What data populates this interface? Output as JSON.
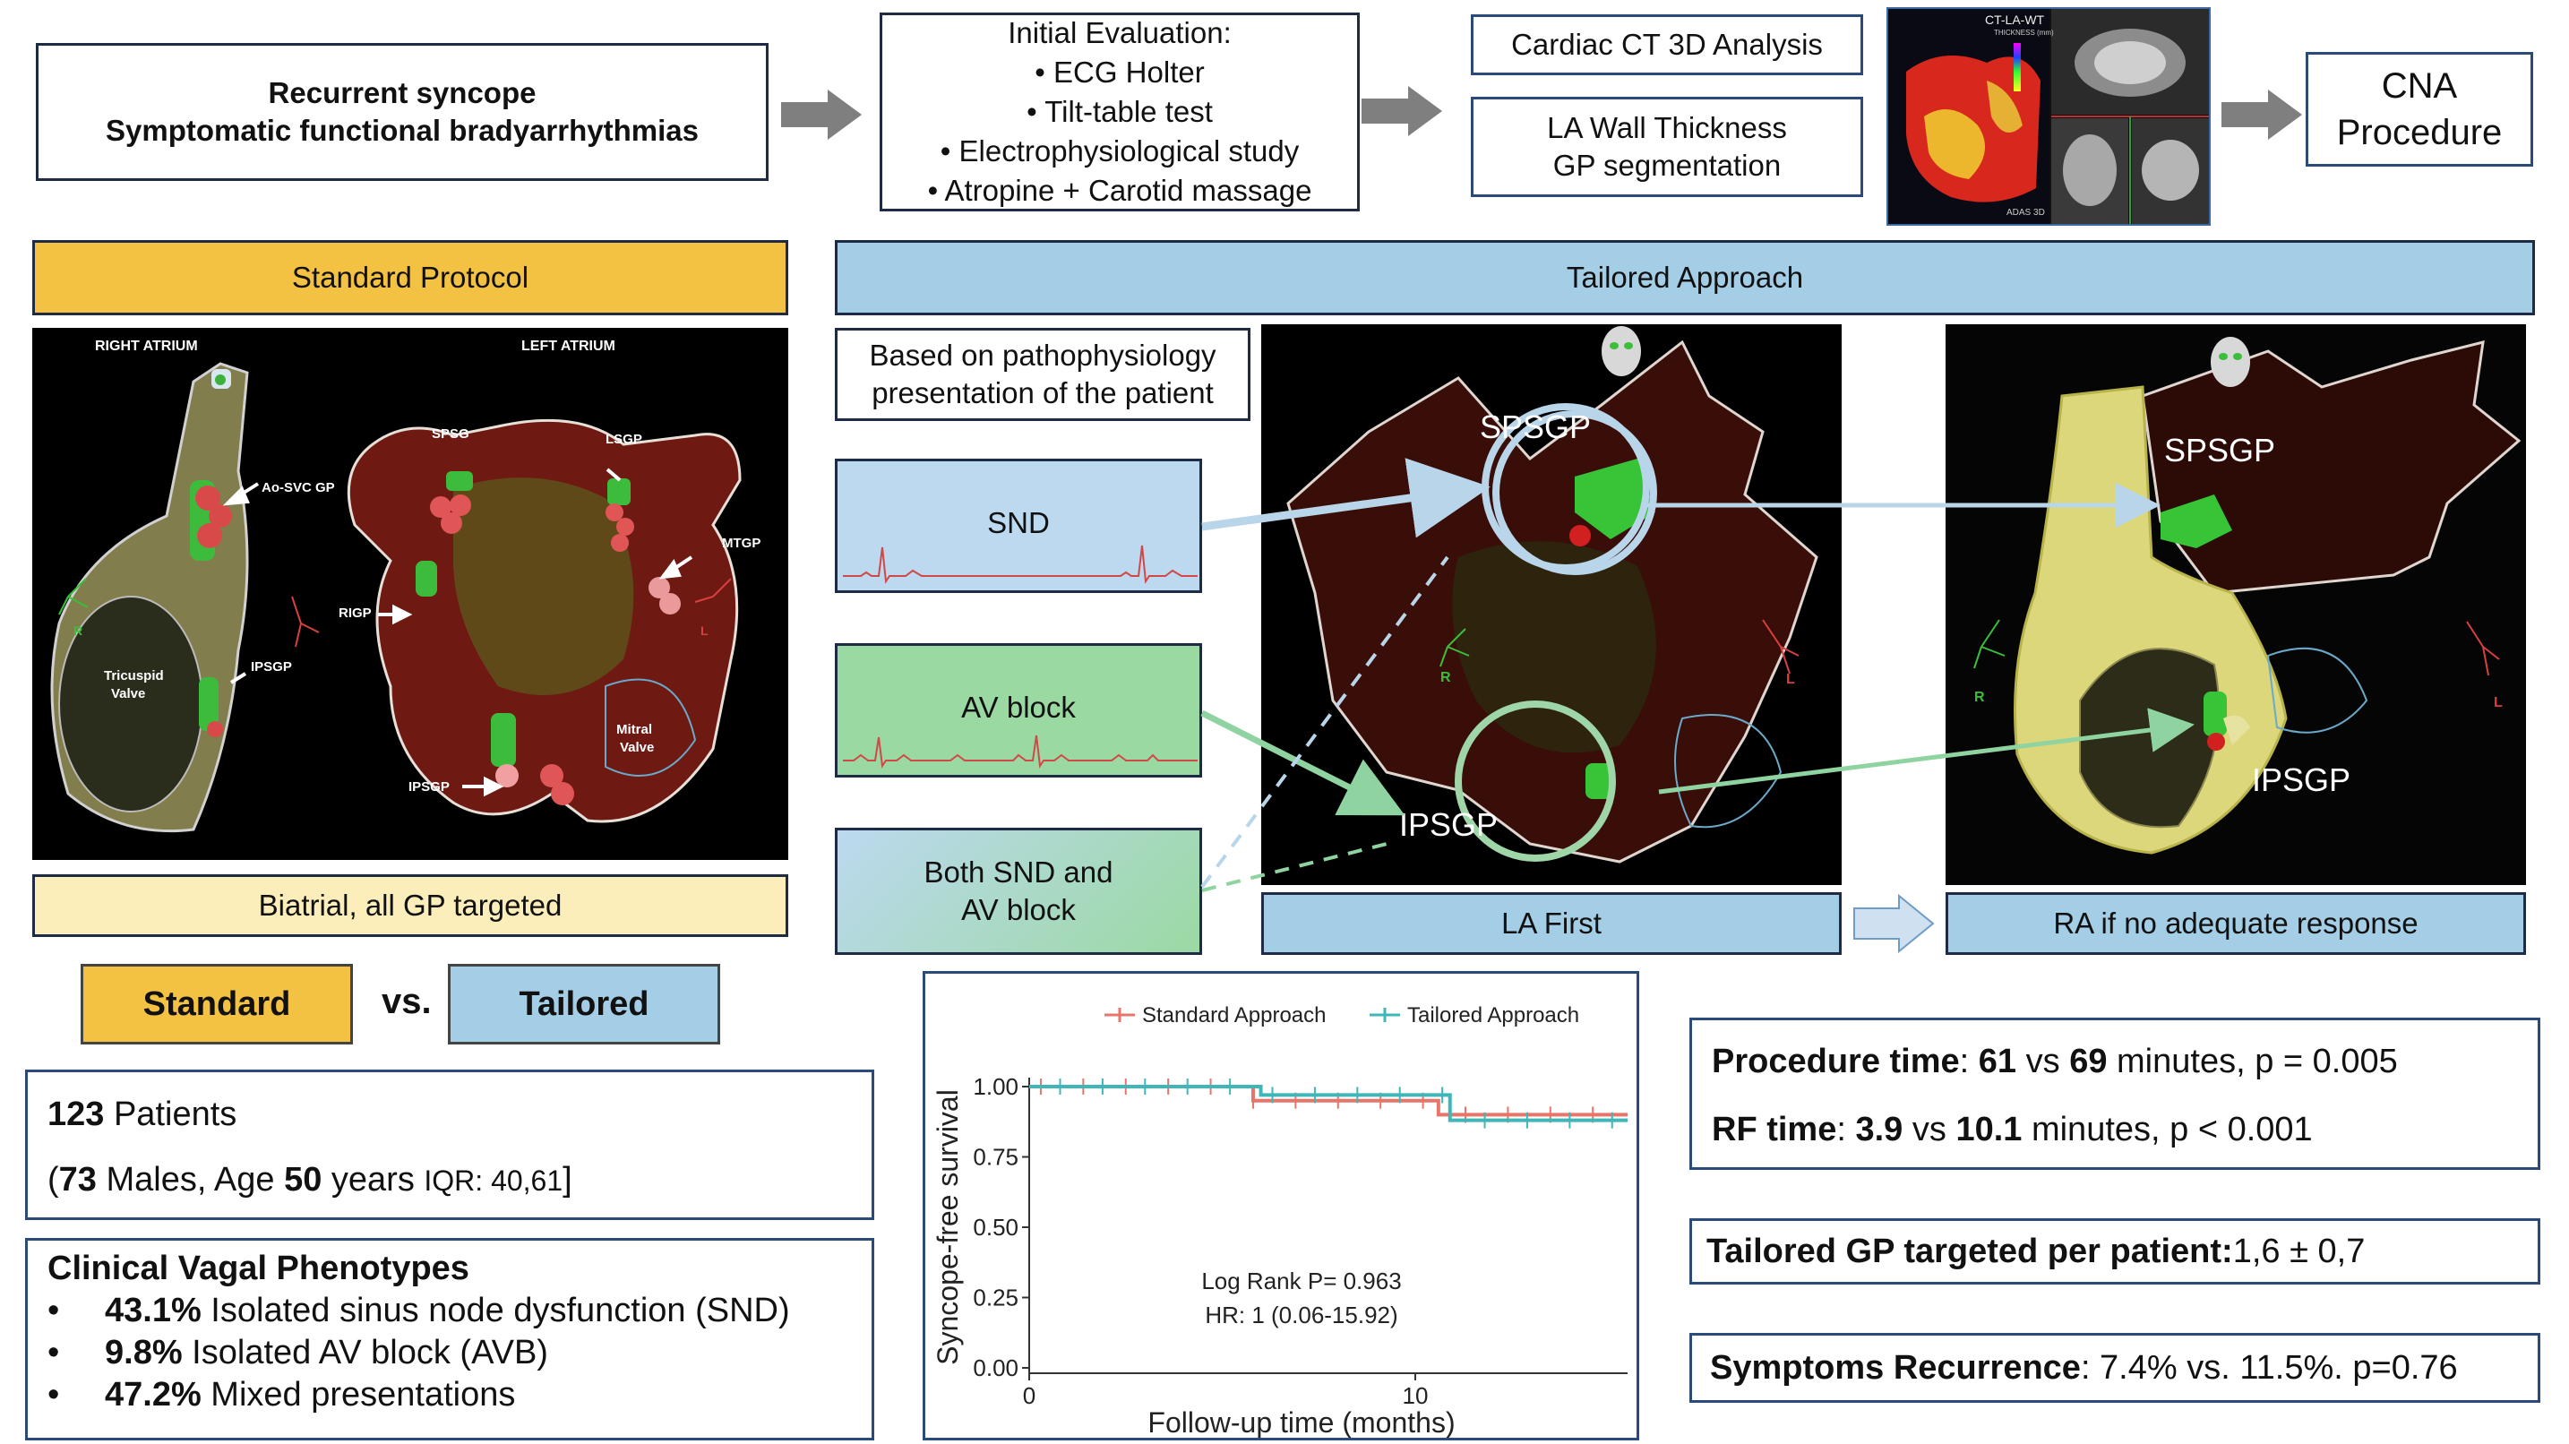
{
  "top_flow": {
    "syncope_line1": "Recurrent syncope",
    "syncope_line2": "Symptomatic functional bradyarrhythmias",
    "eval_title": "Initial Evaluation:",
    "eval_items": [
      "• ECG Holter",
      "• Tilt-table test",
      "• Electrophysiological study",
      "• Atropine + Carotid massage"
    ],
    "ct_analysis": "Cardiac CT 3D Analysis",
    "la_wall_line1": "LA Wall Thickness",
    "la_wall_line2": "GP segmentation",
    "ct_image_label": "CT-LA-WT",
    "ct_image_sublabel": "THICKNESS (mm)",
    "ct_image_brand": "ADAS 3D",
    "cna_line1": "CNA",
    "cna_line2": "Procedure"
  },
  "standard": {
    "banner": "Standard Protocol",
    "right_atrium": "RIGHT ATRIUM",
    "left_atrium": "LEFT ATRIUM",
    "labels": {
      "ao_svc": "Ao-SVC GP",
      "tricuspid_1": "Tricuspid",
      "tricuspid_2": "Valve",
      "ipsgp_ra": "IPSGP",
      "spsg": "SPSG",
      "lsgp": "LSGP",
      "mtgp": "MTGP",
      "rigp": "RIGP",
      "mitral_1": "Mitral",
      "mitral_2": "Valve",
      "ipsgp_la": "IPSGP",
      "r": "R",
      "l": "L"
    },
    "footer": "Biatrial, all GP targeted"
  },
  "tailored": {
    "banner": "Tailored Approach",
    "patho_line1": "Based on pathophysiology",
    "patho_line2": "presentation of the patient",
    "snd": "SND",
    "av_block": "AV block",
    "both_line1": "Both SND and",
    "both_line2": "AV block",
    "spsgp": "SPSGP",
    "ipsgp": "IPSGP",
    "r": "R",
    "l": "L",
    "la_first": "LA First",
    "ra_if": "RA if no adequate response"
  },
  "comparison": {
    "standard": "Standard",
    "vs": "vs.",
    "tailored": "Tailored"
  },
  "patients": {
    "count": "123",
    "count_label": " Patients",
    "open_paren": "(",
    "males": "73",
    "males_label": " Males, Age ",
    "age": "50",
    "age_label": " years ",
    "iqr": "IQR: 40,61",
    "close_paren": "]"
  },
  "phenotypes": {
    "title": "Clinical Vagal Phenotypes",
    "items": [
      {
        "pct": "43.1%",
        "text": " Isolated sinus node dysfunction (SND)"
      },
      {
        "pct": "9.8%",
        "text": " Isolated AV block (AVB)"
      },
      {
        "pct": "47.2%",
        "text": " Mixed presentations"
      }
    ]
  },
  "chart_data": {
    "type": "line",
    "legend": [
      "Standard Approach",
      "Tailored Approach"
    ],
    "legend_position": "top",
    "xlabel": "Follow-up time (months)",
    "ylabel": "Syncope-free survival",
    "xlim": [
      0,
      15.5
    ],
    "ylim": [
      0,
      1
    ],
    "x_ticks": [
      "0",
      "10"
    ],
    "y_ticks": [
      "0.00",
      "0.25",
      "0.50",
      "0.75",
      "1.00"
    ],
    "colors": {
      "standard": "#e8756a",
      "tailored": "#3fb6b8"
    },
    "series": [
      {
        "name": "Standard Approach",
        "x": [
          0,
          5.8,
          5.8,
          10.6,
          10.6,
          15.5
        ],
        "y": [
          1.0,
          1.0,
          0.95,
          0.95,
          0.9,
          0.9
        ]
      },
      {
        "name": "Tailored Approach",
        "x": [
          0,
          6.0,
          6.0,
          10.9,
          10.9,
          15.5
        ],
        "y": [
          1.0,
          1.0,
          0.97,
          0.97,
          0.88,
          0.88
        ]
      }
    ],
    "annotations": [
      "Log Rank P= 0.963",
      "HR: 1 (0.06-15.92)"
    ]
  },
  "results": {
    "procedure_label": "Procedure time",
    "procedure_a": "61",
    "procedure_mid": " vs ",
    "procedure_b": "69",
    "procedure_rest": " minutes, p = 0.005",
    "rf_label": "RF time",
    "rf_a": "3.9",
    "rf_mid": " vs ",
    "rf_b": "10.1",
    "rf_rest": " minutes, p < 0.001",
    "gp_label": "Tailored GP targeted per patient:",
    "gp_value": " 1,6 ± 0,7",
    "symptoms_label": "Symptoms Recurrence",
    "symptoms_value": ": 7.4% vs. 11.5%. p=0.76"
  }
}
